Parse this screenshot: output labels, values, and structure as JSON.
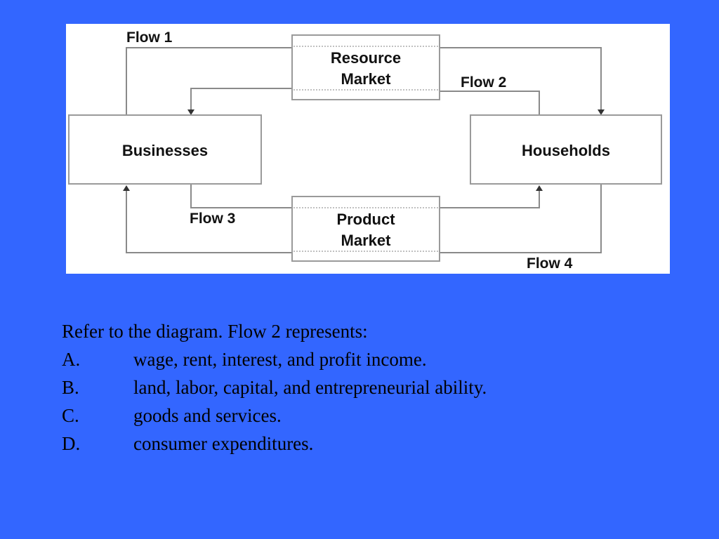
{
  "diagram": {
    "nodes": {
      "resource_market": [
        "Resource",
        "Market"
      ],
      "product_market": [
        "Product",
        "Market"
      ],
      "businesses": "Businesses",
      "households": "Households"
    },
    "flows": [
      "Flow 1",
      "Flow 2",
      "Flow 3",
      "Flow 4"
    ]
  },
  "question": {
    "prompt": "Refer to the diagram. Flow 2 represents:",
    "options": [
      {
        "letter": "A.",
        "text": "wage, rent, interest, and profit income."
      },
      {
        "letter": "B.",
        "text": "land, labor, capital, and entrepreneurial ability."
      },
      {
        "letter": "C.",
        "text": "goods and services."
      },
      {
        "letter": "D.",
        "text": "consumer expenditures."
      }
    ]
  },
  "colors": {
    "slide_background": "#3366ff",
    "panel_background": "#ffffff",
    "box_border": "#9a9a9a",
    "text": "#000000"
  }
}
